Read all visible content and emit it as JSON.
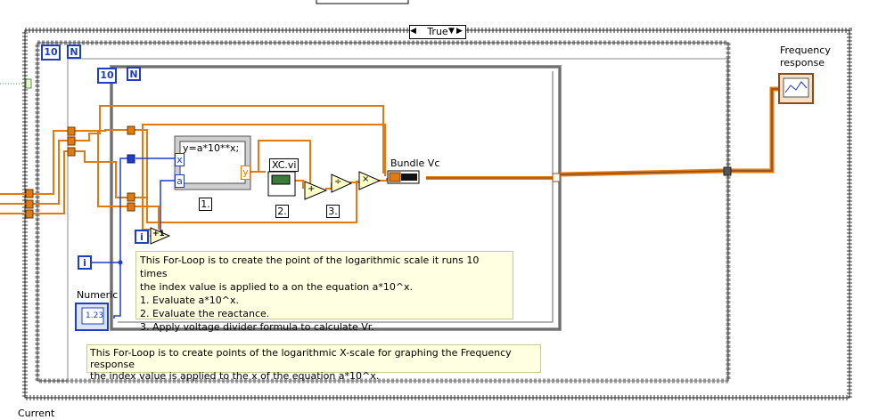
{
  "case_structure": {
    "selector_label": "True",
    "selector_arrows": "◀ ▼▶"
  },
  "outer_loop": {
    "count_value": "10",
    "count_terminal": "N",
    "comment": [
      "This For-Loop is to create points of the logarithmic X-scale for graphing the Frequency response",
      "the index value is applied to the x of the equation a*10^x."
    ],
    "index_terminal": "i"
  },
  "inner_loop": {
    "count_value": "10",
    "count_terminal": "N",
    "index_terminal": "i",
    "comment": [
      "This For-Loop is to create the point of the logarithmic scale  it runs 10 times",
      "the index value is applied to a on the equation a*10^x.",
      "1. Evaluate a*10^x.",
      "2. Evaluate the reactance.",
      "3. Apply voltage divider formula to calculate Vr."
    ]
  },
  "formula_node": {
    "expression": "y=a*10**x;",
    "input_x": "x",
    "input_a": "a",
    "output_y": "y",
    "step_label": "1."
  },
  "subvi": {
    "name": "XC.vi",
    "step_label": "2."
  },
  "operators": {
    "add": "+",
    "divide": "÷",
    "multiply": "×",
    "increment": "+1",
    "step_label": "3."
  },
  "bundle": {
    "label": "Bundle Vc"
  },
  "numeric_control": {
    "label": "Numeric",
    "display": "1.23"
  },
  "graph_indicator": {
    "label_line1": "Frequency",
    "label_line2": "response"
  },
  "bottom_label": "Current",
  "colors": {
    "wire_orange": "#e07b12",
    "wire_blue": "#1f3fbf",
    "wire_cluster": "#8c4a1a",
    "loop_gray": "#9a9a9a",
    "comment_bg": "#ffffe1"
  }
}
